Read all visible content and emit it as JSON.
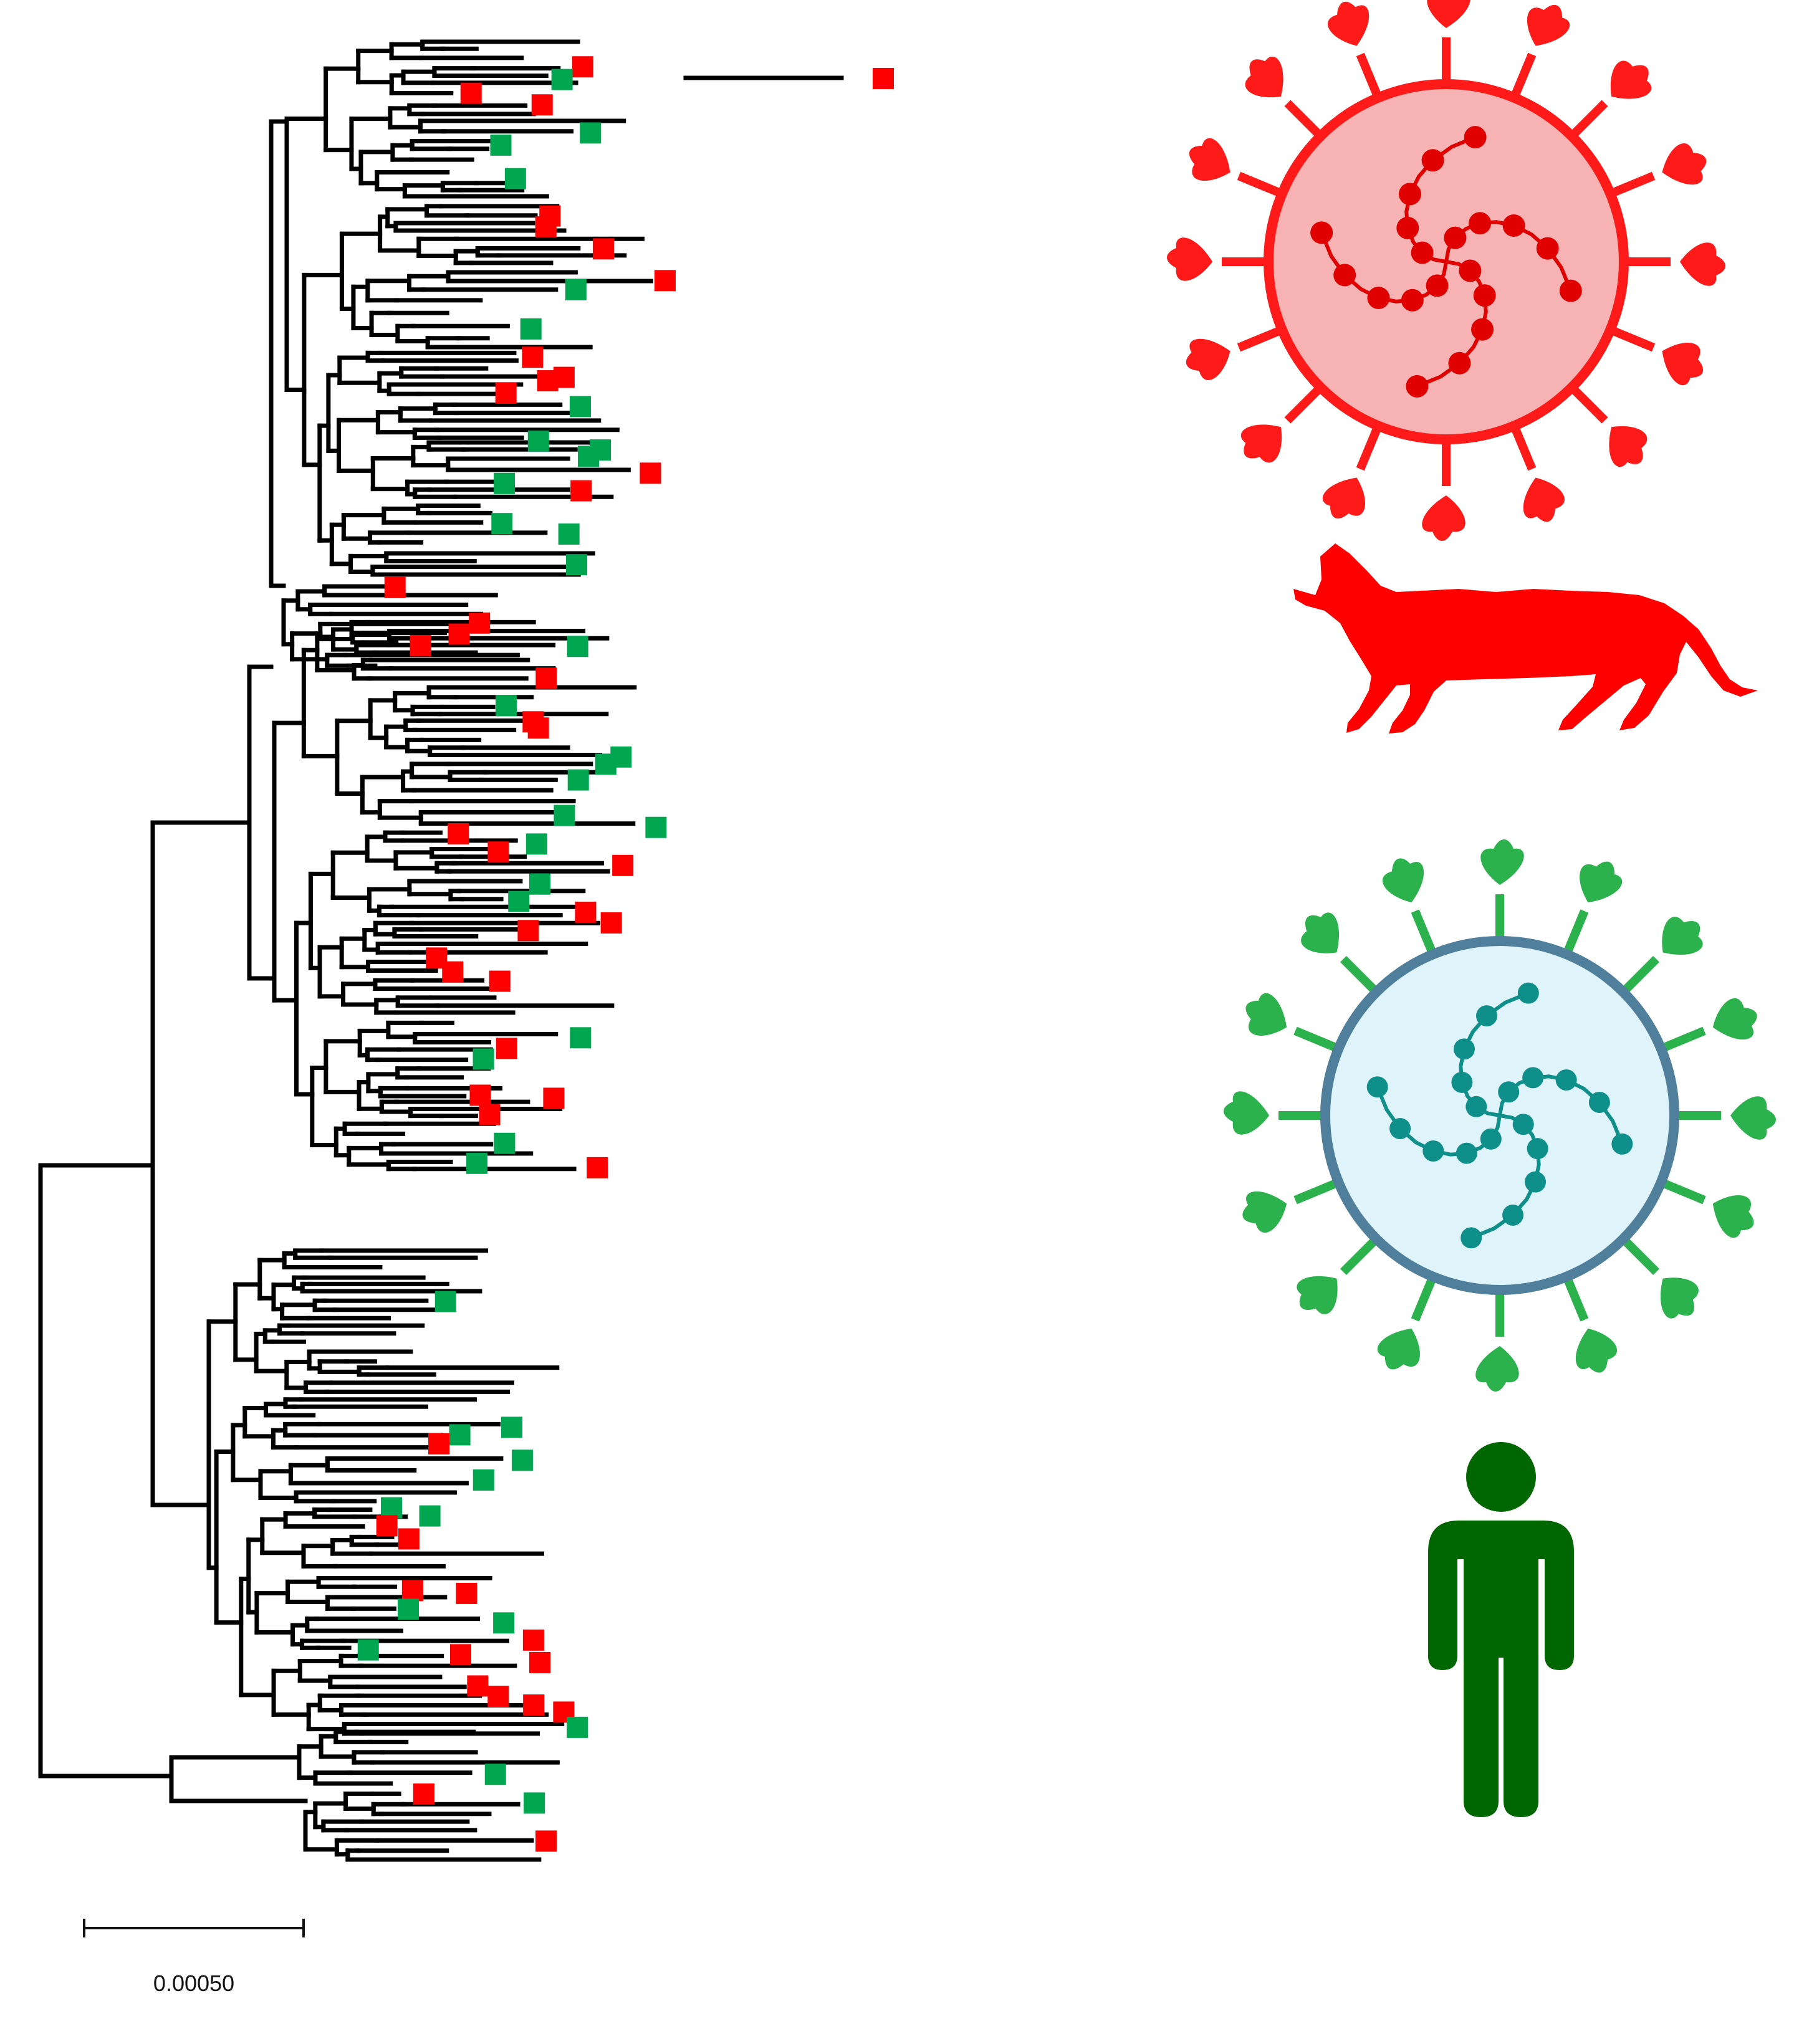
{
  "scale_bar": {
    "label": "0.00050"
  },
  "colors": {
    "branch": "#000000",
    "cat_group": "#ff0000",
    "human_group": "#00a650",
    "human_figure": "#006600",
    "cat_virus_fill": "#f7b3b3",
    "cat_virus_stroke": "#ff1a1a",
    "human_virus_fill": "#dff3fa",
    "human_virus_ring": "#4f7f9a",
    "human_virus_rna": "#0f8f8a",
    "human_virus_spike": "#2bb24c"
  },
  "legend_icons": [
    {
      "id": "cat-virus",
      "icon": "coronavirus-icon",
      "color": "#ff0000"
    },
    {
      "id": "cat",
      "icon": "cat-silhouette-icon",
      "color": "#ff0000"
    },
    {
      "id": "human-virus",
      "icon": "coronavirus-icon",
      "color": "#00a650"
    },
    {
      "id": "human",
      "icon": "person-icon",
      "color": "#006600"
    }
  ]
}
